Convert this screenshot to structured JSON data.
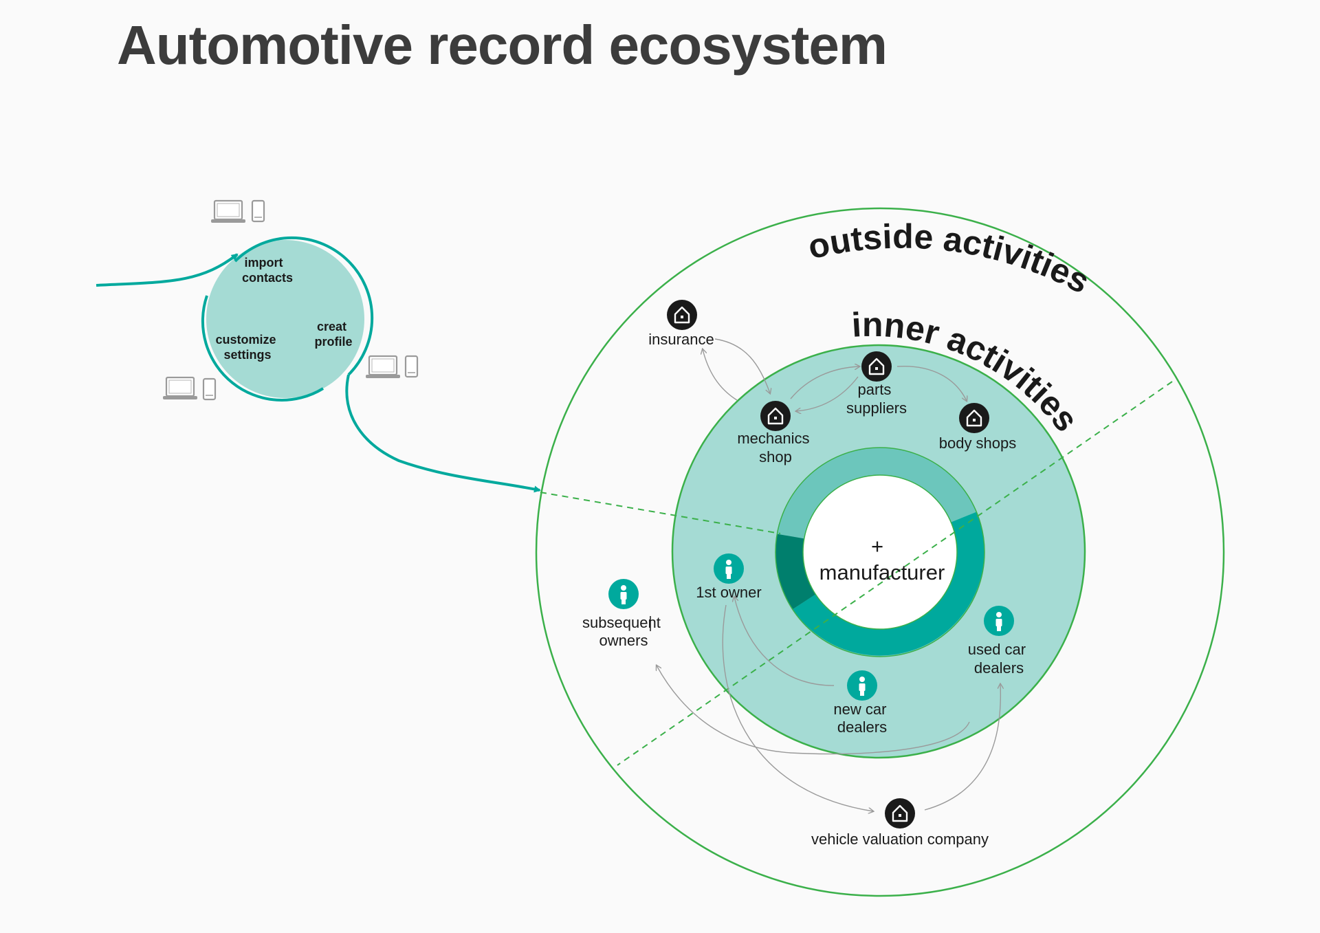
{
  "title": "Automotive record ecosystem",
  "colors": {
    "teal": "#00a99d",
    "teal_light": "#a5dbd4",
    "teal_mid": "#6cc6bc",
    "teal_dark": "#007f6d",
    "green": "#3bb04a",
    "node_dark": "#1a1a1a",
    "arrow_gray": "#9a9a9a"
  },
  "onboarding": {
    "import": [
      "import",
      "contacts"
    ],
    "create": [
      "creat",
      "profile"
    ],
    "customize": [
      "customize",
      "settings"
    ]
  },
  "rings": {
    "outside": "outside activities",
    "inner": "inner activities"
  },
  "center": {
    "plus": "+",
    "label": "manufacturer"
  },
  "nodes": {
    "insurance": {
      "lines": [
        "insurance"
      ],
      "icon": "building-icon"
    },
    "mechanics": {
      "lines": [
        "mechanics",
        "shop"
      ],
      "icon": "building-icon"
    },
    "parts": {
      "lines": [
        "parts",
        "suppliers"
      ],
      "icon": "building-icon"
    },
    "body": {
      "lines": [
        "body shops"
      ],
      "icon": "building-icon"
    },
    "first_owner": {
      "lines": [
        "1st owner"
      ],
      "icon": "person-icon"
    },
    "subsequent": {
      "lines": [
        "subsequent",
        "owners"
      ],
      "icon": "person-icon"
    },
    "used": {
      "lines": [
        "used car",
        "dealers"
      ],
      "icon": "person-icon"
    },
    "new_dealers": {
      "lines": [
        "new car",
        "dealers"
      ],
      "icon": "person-icon"
    },
    "valuation": {
      "lines": [
        "vehicle valuation company"
      ],
      "icon": "building-icon"
    }
  }
}
